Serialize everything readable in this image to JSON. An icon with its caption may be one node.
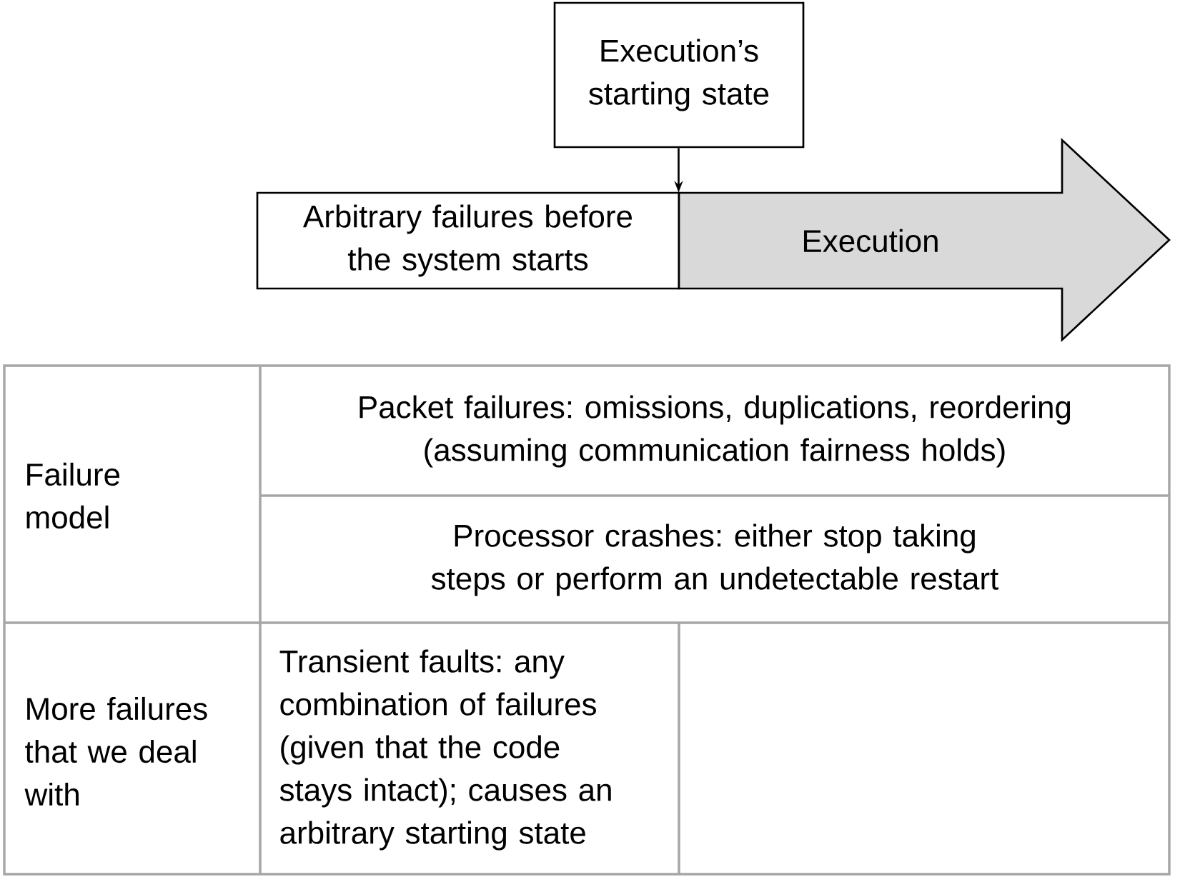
{
  "diagram": {
    "nodes": [
      {
        "text": [
          "Execution’s starting state"
        ]
      },
      {
        "text": [
          "Arbitrary failures before the system starts"
        ]
      },
      {
        "text": [
          "Execution"
        ]
      }
    ],
    "edges": [
      {
        "from": 0,
        "to": 2,
        "arrow": "to"
      }
    ],
    "labels": [
      "Failure model",
      "Packet failures: omissions, duplications, reordering (assuming communication fairness holds)",
      "Processor crashes: either stop taking steps or perform an undetectable restart",
      "More failures that we deal with",
      "Transient faults: any combination of failures (given that the code stays intact); causes an arbitrary starting state"
    ]
  }
}
